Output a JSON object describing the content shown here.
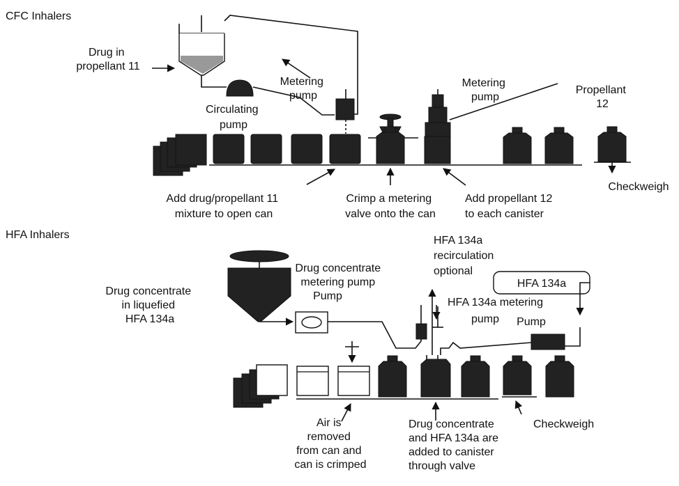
{
  "cfc": {
    "section_title": "CFC Inhalers",
    "drug_in_propellant": [
      "Drug in",
      "propellant 11"
    ],
    "metering_pump_1": [
      "Metering",
      "pump"
    ],
    "circulating_pump": [
      "Circulating",
      "pump"
    ],
    "metering_pump_2": [
      "Metering",
      "pump"
    ],
    "propellant_12": [
      "Propellant",
      "12"
    ],
    "checkweigh": "Checkweigh",
    "step_add_drug": [
      "Add drug/propellant 11",
      "mixture to open can"
    ],
    "step_crimp": [
      "Crimp a metering",
      "valve onto the can"
    ],
    "step_add_propellant": [
      "Add propellant 12",
      "to each canister"
    ]
  },
  "hfa": {
    "section_title": "HFA Inhalers",
    "recirculation": [
      "HFA 134a",
      "recirculation",
      "optional"
    ],
    "drug_concentrate_pump": [
      "Drug concentrate",
      "metering pump",
      "Pump"
    ],
    "hfa_box": "HFA 134a",
    "hfa_metering_pump": [
      "HFA 134a metering",
      "pump"
    ],
    "pump": "Pump",
    "drug_concentrate_source": [
      "Drug concentrate",
      "in liquefied",
      "HFA 134a"
    ],
    "step_air_removed": [
      "Air is",
      "removed",
      "from can and",
      "can is crimped"
    ],
    "step_drug_added": [
      "Drug concentrate",
      "and HFA 134a are",
      "added to canister",
      "through valve"
    ],
    "checkweigh": "Checkweigh"
  }
}
